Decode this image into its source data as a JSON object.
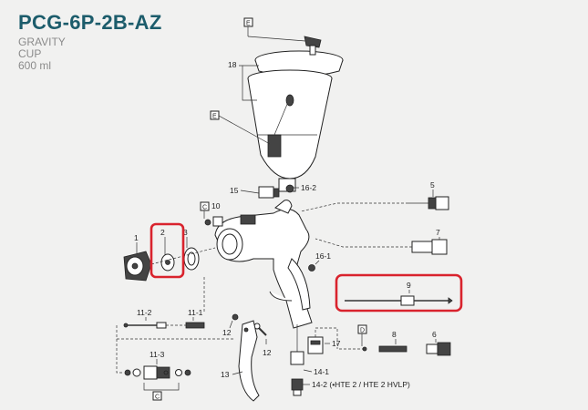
{
  "header": {
    "model": "PCG-6P-2B-AZ",
    "line1": "GRAVITY",
    "line2": "CUP",
    "line3": "600 ml"
  },
  "callouts": {
    "p1": "1",
    "p2": "2",
    "p3": "3",
    "p5": "5",
    "p6": "6",
    "p7": "7",
    "p8": "8",
    "p9": "9",
    "p10": "10",
    "p11_1": "11-1",
    "p11_2": "11-2",
    "p11_3": "11-3",
    "p12a": "12",
    "p12b": "12",
    "p13": "13",
    "p14_1": "14-1",
    "p14_2": "14-2 (•HTE 2 / HTE 2 HVLP)",
    "p15": "15",
    "p16_1": "16-1",
    "p16_2": "16-2",
    "p17": "17",
    "p18": "18"
  },
  "kit_letters": {
    "e_top": "E",
    "e_mid": "E",
    "c_top": "C",
    "c_bottom": "C",
    "d": "D"
  },
  "highlight_color": "#d9232d",
  "title_color": "#1c5c6b"
}
